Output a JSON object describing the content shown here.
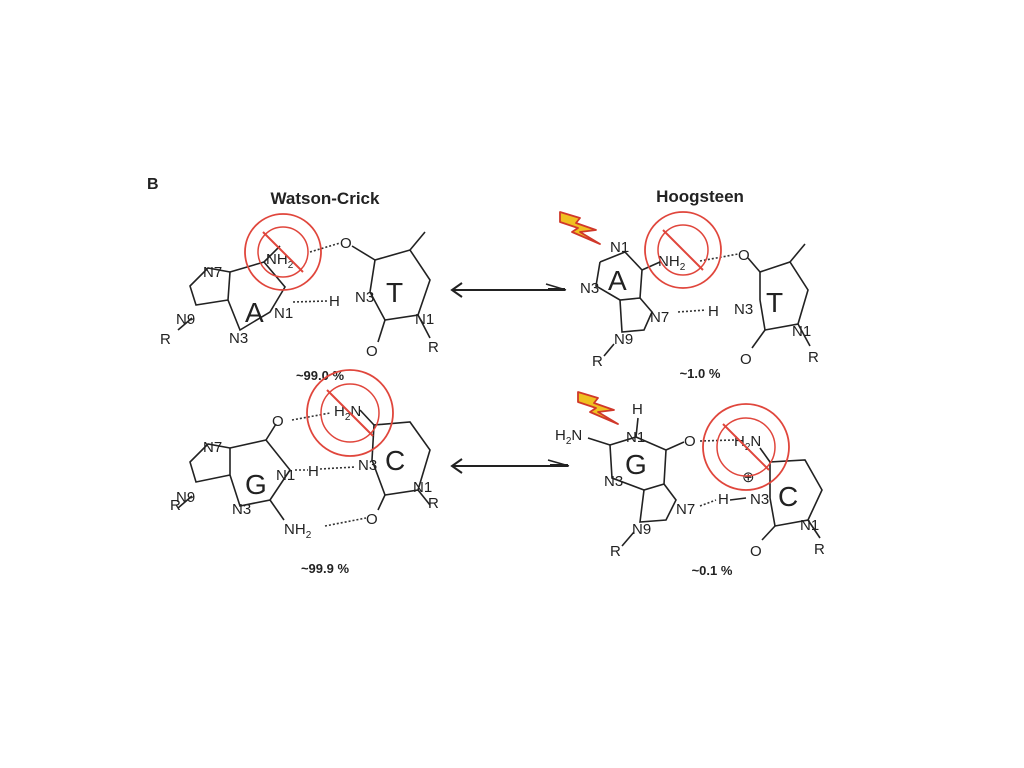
{
  "panel_label": "B",
  "headers": {
    "left": "Watson-Crick",
    "right": "Hoogsteen"
  },
  "percentages": {
    "at_wc": "~99.0 %",
    "at_hg": "~1.0 %",
    "gc_wc": "~99.9 %",
    "gc_hg": "~0.1 %"
  },
  "bases": {
    "adenine": "A",
    "thymine": "T",
    "guanine": "G",
    "cytosine": "C"
  },
  "atoms": {
    "n1": "N1",
    "n3": "N3",
    "n7": "N7",
    "n9": "N9",
    "nh2": "NH2",
    "h2n": "H2N",
    "h2n_sub": "H",
    "h2n_rest": "N",
    "nh": "N",
    "h2": "H",
    "o": "O",
    "h": "H",
    "r": "R",
    "plus": "⊕"
  },
  "colors": {
    "ink": "#222222",
    "prohibition": "#e0463c",
    "lightning_fill": "#f0c020",
    "lightning_stroke": "#d0382a"
  }
}
